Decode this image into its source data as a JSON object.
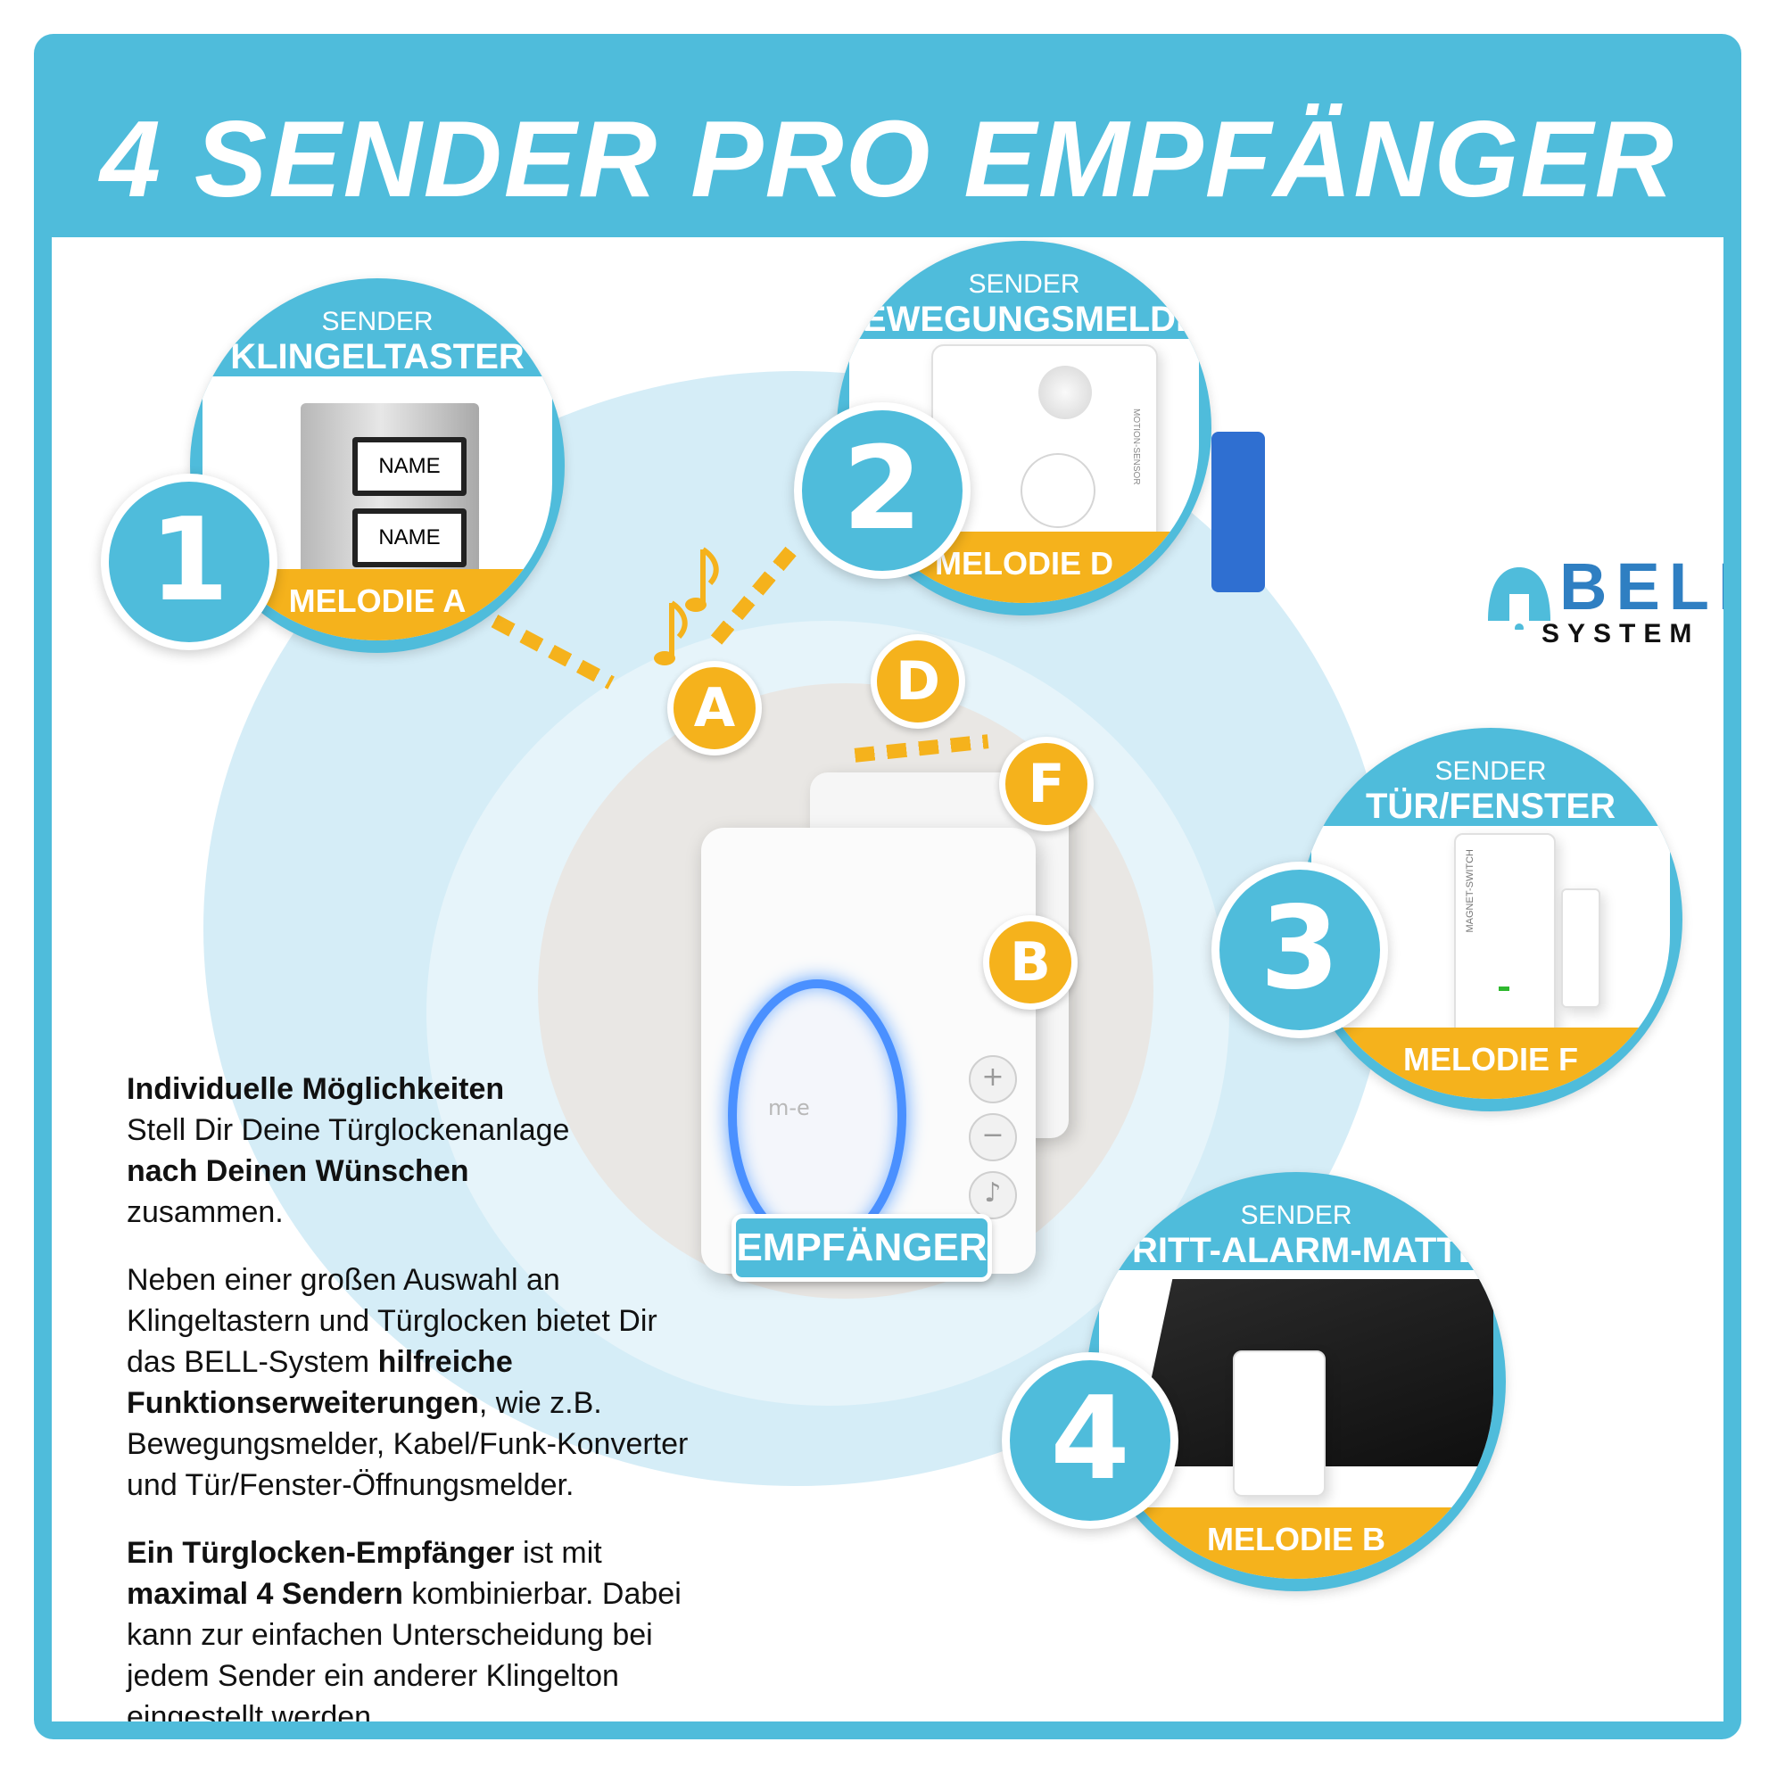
{
  "headline": "4 SENDER PRO EMPFÄNGER",
  "brand": {
    "word": "BELL",
    "sub": "SYSTEM"
  },
  "receiver": {
    "label": "EMPFÄNGER",
    "brand": "m-e"
  },
  "connectors": [
    "A",
    "D",
    "F",
    "B"
  ],
  "senders": [
    {
      "number": "1",
      "kicker": "SENDER",
      "title": "KLINGELTASTER",
      "melody": "MELODIE A",
      "plates": [
        "NAME",
        "NAME"
      ]
    },
    {
      "number": "2",
      "kicker": "SENDER",
      "title": "BEWEGUNGSMELDER",
      "melody": "MELODIE D",
      "device_text": "MOTION-SENSOR"
    },
    {
      "number": "3",
      "kicker": "SENDER",
      "title": "TÜR/FENSTER",
      "melody": "MELODIE F",
      "device_text": "MAGNET-SWITCH"
    },
    {
      "number": "4",
      "kicker": "SENDER",
      "title": "TRITT-ALARM-MATTE",
      "melody": "MELODIE B"
    }
  ],
  "copy": {
    "p1_bold": "Individuelle Möglichkeiten",
    "p1_a": "Stell Dir Deine Türglockenanlage",
    "p1_bold2": "nach Deinen Wünschen",
    "p1_b": "zusammen.",
    "p2_a": "Neben einer großen Auswahl an Klingeltastern und Türglocken bietet Dir das BELL-System",
    "p2_bold": "hilfreiche Funktionserweiterungen",
    "p2_b": ", wie z.B. Bewegungsmelder, Kabel/Funk-Konverter und Tür/Fenster-Öffnungsmelder.",
    "p3_bold": "Ein Türglocken-Empfänger",
    "p3_a": " ist mit ",
    "p3_bold2": "maximal 4 Sendern",
    "p3_b": " kombinierbar. Dabei kann zur einfachen Unterscheidung bei jedem Sender ein anderer Klingelton eingestellt werden."
  },
  "colors": {
    "blue": "#4fbcdb",
    "orange": "#f5b21c",
    "logo_blue": "#2f7fc2"
  }
}
